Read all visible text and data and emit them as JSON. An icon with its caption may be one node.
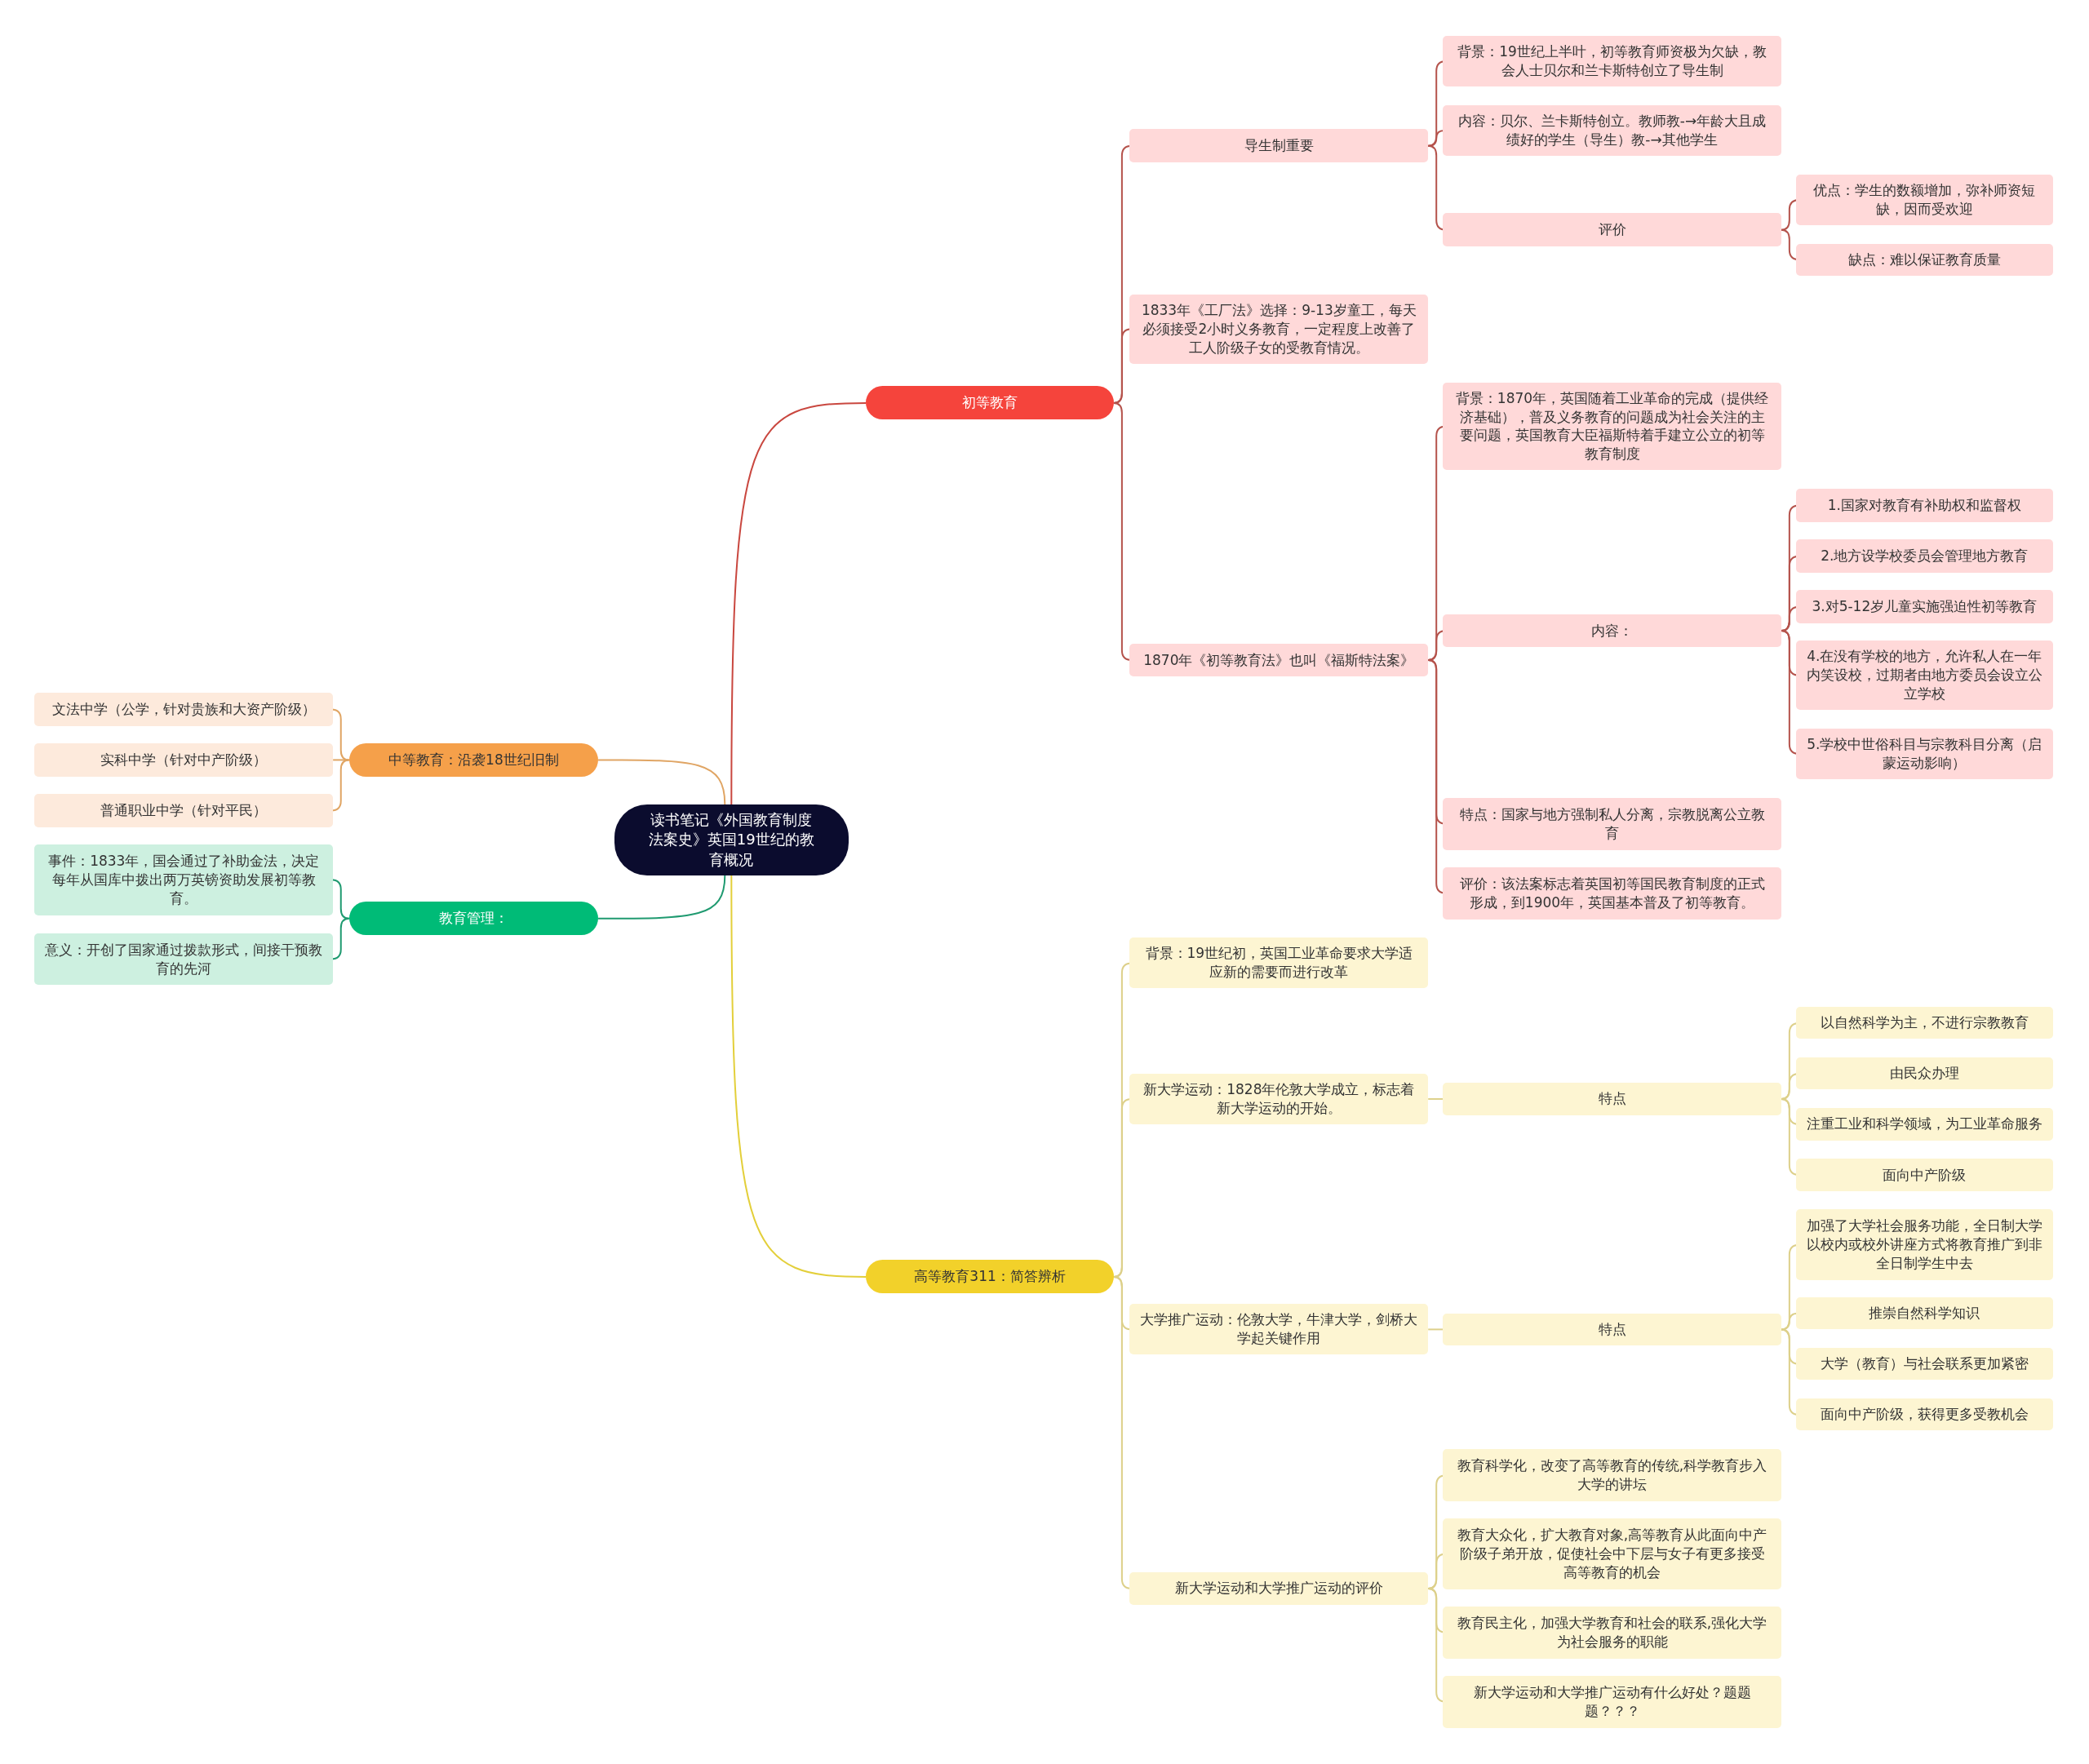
{
  "diagram": {
    "nodes": [
      {
        "text": [
          "读书笔记《外国教育制度法案史》英国19世纪的教育概况"
        ]
      },
      {
        "text": [
          "初等教育"
        ]
      },
      {
        "text": [
          "导生制重要"
        ]
      },
      {
        "text": [
          "背景：19世纪上半叶，初等教育师资极为欠缺，教会人士贝尔和兰卡斯特创立了导生制"
        ]
      },
      {
        "text": [
          "内容：贝尔、兰卡斯特创立。教师教-→年龄大且成绩好的学生（导生）教-→其他学生"
        ]
      },
      {
        "text": [
          "评价"
        ]
      },
      {
        "text": [
          "优点：学生的数额增加，弥补师资短缺，因而受欢迎"
        ]
      },
      {
        "text": [
          "缺点：难以保证教育质量"
        ]
      },
      {
        "text": [
          "1833年《工厂法》选择：9-13岁童工，每天必须接受2小时义务教育，一定程度上改善了工人阶级子女的受教育情况。"
        ]
      },
      {
        "text": [
          "1870年《初等教育法》也叫《福斯特法案》"
        ]
      },
      {
        "text": [
          "背景：1870年，英国随着工业革命的完成（提供经济基础），普及义务教育的问题成为社会关注的主要问题，英国教育大臣福斯特着手建立公立的初等教育制度"
        ]
      },
      {
        "text": [
          "内容："
        ]
      },
      {
        "text": [
          "1.国家对教育有补助权和监督权"
        ]
      },
      {
        "text": [
          "2.地方设学校委员会管理地方教育"
        ]
      },
      {
        "text": [
          "3.对5-12岁儿童实施强迫性初等教育"
        ]
      },
      {
        "text": [
          "4.在没有学校的地方，允许私人在一年内笑设校，过期者由地方委员会设立公立学校"
        ]
      },
      {
        "text": [
          "5.学校中世俗科目与宗教科目分离（启蒙运动影响）"
        ]
      },
      {
        "text": [
          "特点：国家与地方强制私人分离，宗教脱离公立教育"
        ]
      },
      {
        "text": [
          "评价：该法案标志着英国初等国民教育制度的正式形成，到1900年，英国基本普及了初等教育。"
        ]
      },
      {
        "text": [
          "高等教育311：简答辨析"
        ]
      },
      {
        "text": [
          "背景：19世纪初，英国工业革命要求大学适应新的需要而进行改革"
        ]
      },
      {
        "text": [
          "新大学运动：1828年伦敦大学成立，标志着新大学运动的开始。"
        ]
      },
      {
        "text": [
          "特点"
        ]
      },
      {
        "text": [
          "以自然科学为主，不进行宗教教育"
        ]
      },
      {
        "text": [
          "由民众办理"
        ]
      },
      {
        "text": [
          "注重工业和科学领域，为工业革命服务"
        ]
      },
      {
        "text": [
          "面向中产阶级"
        ]
      },
      {
        "text": [
          "大学推广运动：伦敦大学，牛津大学，剑桥大学起关键作用"
        ]
      },
      {
        "text": [
          "特点"
        ]
      },
      {
        "text": [
          "加强了大学社会服务功能，全日制大学以校内或校外讲座方式将教育推广到非全日制学生中去"
        ]
      },
      {
        "text": [
          "推崇自然科学知识"
        ]
      },
      {
        "text": [
          "大学（教育）与社会联系更加紧密"
        ]
      },
      {
        "text": [
          "面向中产阶级，获得更多受教机会"
        ]
      },
      {
        "text": [
          "新大学运动和大学推广运动的评价"
        ]
      },
      {
        "text": [
          "教育科学化，改变了高等教育的传统,科学教育步入大学的讲坛"
        ]
      },
      {
        "text": [
          "教育大众化，扩大教育对象,高等教育从此面向中产阶级子弟开放，促使社会中下层与女子有更多接受高等教育的机会"
        ]
      },
      {
        "text": [
          "教育民主化，加强大学教育和社会的联系,强化大学为社会服务的职能"
        ]
      },
      {
        "text": [
          "新大学运动和大学推广运动有什么好处？题题题？？？"
        ]
      },
      {
        "text": [
          "中等教育：沿袭18世纪旧制"
        ]
      },
      {
        "text": [
          "文法中学（公学，针对贵族和大资产阶级）"
        ]
      },
      {
        "text": [
          "实科中学（针对中产阶级）"
        ]
      },
      {
        "text": [
          "普通职业中学（针对平民）"
        ]
      },
      {
        "text": [
          "教育管理："
        ]
      },
      {
        "text": [
          "事件：1833年，国会通过了补助金法，决定每年从国库中拨出两万英镑资助发展初等教育。"
        ]
      },
      {
        "text": [
          "意义：开创了国家通过拨款形式，间接干预教育的先河"
        ]
      }
    ],
    "edges": [
      {
        "from": 0,
        "to": 1,
        "arrow": "none",
        "color": "#c9473f"
      },
      {
        "from": 1,
        "to": 2,
        "arrow": "none",
        "color": "#b5534c"
      },
      {
        "from": 2,
        "to": 3,
        "arrow": "none",
        "color": "#b5534c"
      },
      {
        "from": 2,
        "to": 4,
        "arrow": "none",
        "color": "#b5534c"
      },
      {
        "from": 2,
        "to": 5,
        "arrow": "none",
        "color": "#b5534c"
      },
      {
        "from": 5,
        "to": 6,
        "arrow": "none",
        "color": "#b5534c"
      },
      {
        "from": 5,
        "to": 7,
        "arrow": "none",
        "color": "#b5534c"
      },
      {
        "from": 1,
        "to": 8,
        "arrow": "none",
        "color": "#b5534c"
      },
      {
        "from": 1,
        "to": 9,
        "arrow": "none",
        "color": "#b5534c"
      },
      {
        "from": 9,
        "to": 10,
        "arrow": "none",
        "color": "#b5534c"
      },
      {
        "from": 9,
        "to": 11,
        "arrow": "none",
        "color": "#b5534c"
      },
      {
        "from": 11,
        "to": 12,
        "arrow": "none",
        "color": "#b5534c"
      },
      {
        "from": 11,
        "to": 13,
        "arrow": "none",
        "color": "#b5534c"
      },
      {
        "from": 11,
        "to": 14,
        "arrow": "none",
        "color": "#b5534c"
      },
      {
        "from": 11,
        "to": 15,
        "arrow": "none",
        "color": "#b5534c"
      },
      {
        "from": 11,
        "to": 16,
        "arrow": "none",
        "color": "#b5534c"
      },
      {
        "from": 9,
        "to": 17,
        "arrow": "none",
        "color": "#b5534c"
      },
      {
        "from": 9,
        "to": 18,
        "arrow": "none",
        "color": "#b5534c"
      },
      {
        "from": 0,
        "to": 19,
        "arrow": "none",
        "color": "#e3cf3a"
      },
      {
        "from": 19,
        "to": 20,
        "arrow": "none",
        "color": "#ddd08a"
      },
      {
        "from": 19,
        "to": 21,
        "arrow": "none",
        "color": "#ddd08a"
      },
      {
        "from": 21,
        "to": 22,
        "arrow": "none",
        "color": "#ddd08a"
      },
      {
        "from": 22,
        "to": 23,
        "arrow": "none",
        "color": "#ddd08a"
      },
      {
        "from": 22,
        "to": 24,
        "arrow": "none",
        "color": "#ddd08a"
      },
      {
        "from": 22,
        "to": 25,
        "arrow": "none",
        "color": "#ddd08a"
      },
      {
        "from": 22,
        "to": 26,
        "arrow": "none",
        "color": "#ddd08a"
      },
      {
        "from": 19,
        "to": 27,
        "arrow": "none",
        "color": "#ddd08a"
      },
      {
        "from": 27,
        "to": 28,
        "arrow": "none",
        "color": "#ddd08a"
      },
      {
        "from": 28,
        "to": 29,
        "arrow": "none",
        "color": "#ddd08a"
      },
      {
        "from": 28,
        "to": 30,
        "arrow": "none",
        "color": "#ddd08a"
      },
      {
        "from": 28,
        "to": 31,
        "arrow": "none",
        "color": "#ddd08a"
      },
      {
        "from": 28,
        "to": 32,
        "arrow": "none",
        "color": "#ddd08a"
      },
      {
        "from": 19,
        "to": 33,
        "arrow": "none",
        "color": "#ddd08a"
      },
      {
        "from": 33,
        "to": 34,
        "arrow": "none",
        "color": "#ddd08a"
      },
      {
        "from": 33,
        "to": 35,
        "arrow": "none",
        "color": "#ddd08a"
      },
      {
        "from": 33,
        "to": 36,
        "arrow": "none",
        "color": "#ddd08a"
      },
      {
        "from": 33,
        "to": 37,
        "arrow": "none",
        "color": "#ddd08a"
      },
      {
        "from": 0,
        "to": 38,
        "arrow": "none",
        "color": "#e0a564"
      },
      {
        "from": 38,
        "to": 39,
        "arrow": "none",
        "color": "#e0a564"
      },
      {
        "from": 38,
        "to": 40,
        "arrow": "none",
        "color": "#e0a564"
      },
      {
        "from": 38,
        "to": 41,
        "arrow": "none",
        "color": "#e0a564"
      },
      {
        "from": 0,
        "to": 42,
        "arrow": "none",
        "color": "#1f9a70"
      },
      {
        "from": 42,
        "to": 43,
        "arrow": "none",
        "color": "#1f9a70"
      },
      {
        "from": 42,
        "to": 44,
        "arrow": "none",
        "color": "#1f9a70"
      }
    ]
  }
}
